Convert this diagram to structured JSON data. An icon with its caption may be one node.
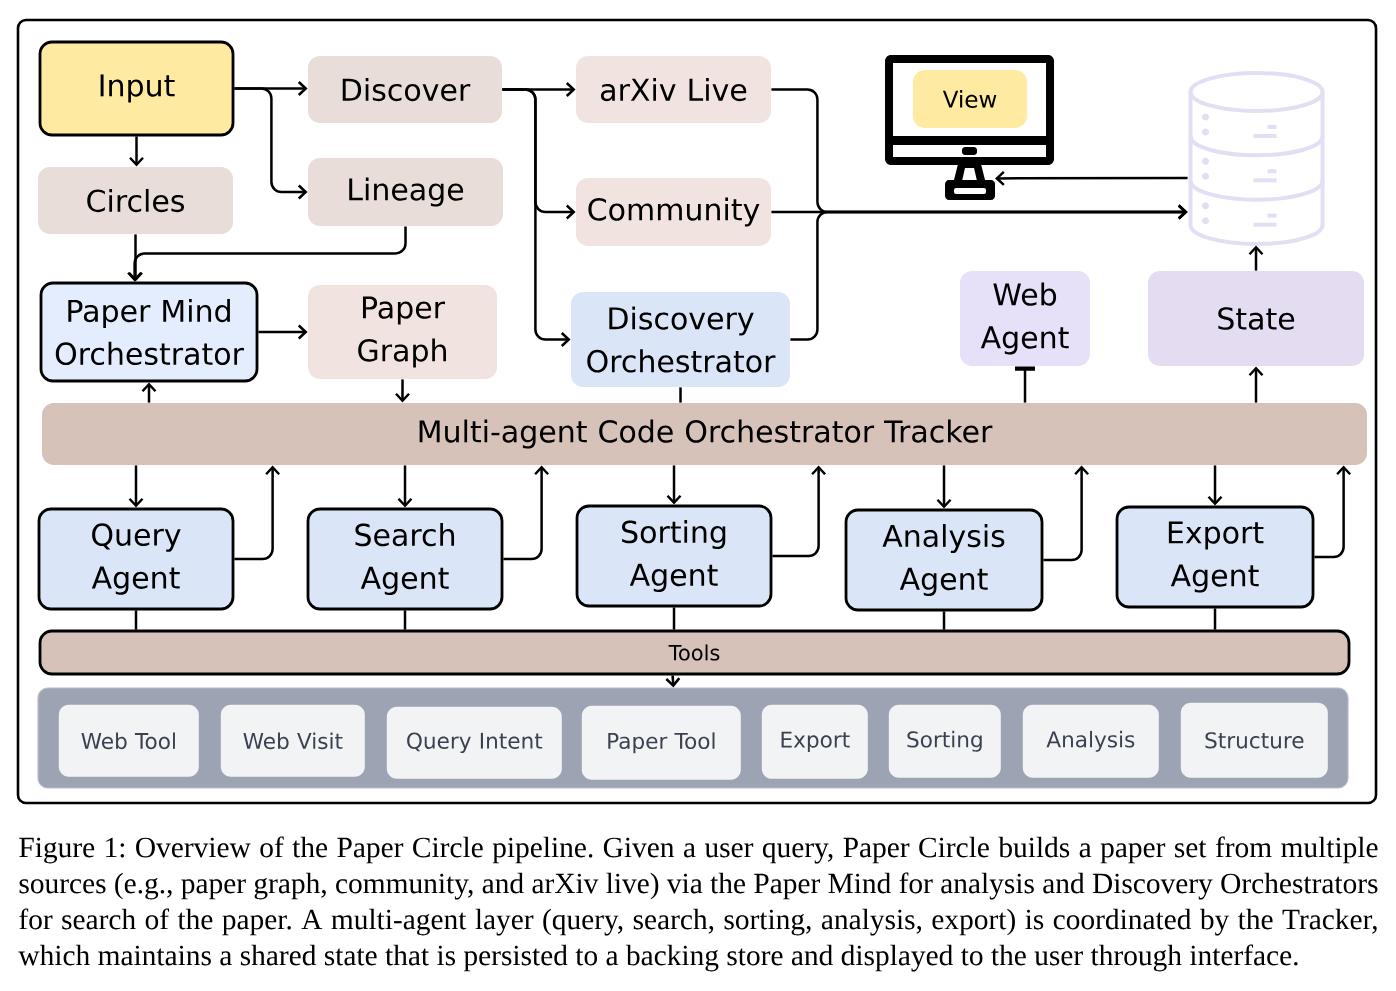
{
  "diagram": {
    "nodes": [
      {
        "text": [
          "Input"
        ]
      },
      {
        "text": [
          "Discover"
        ]
      },
      {
        "text": [
          "arXiv Live"
        ]
      },
      {
        "text": [],
        "shape": "monitor"
      },
      {
        "text": [
          "View"
        ],
        "in": 3
      },
      {
        "text": [
          "Circles"
        ]
      },
      {
        "text": [
          "Lineage"
        ]
      },
      {
        "text": [
          "Community"
        ]
      },
      {
        "text": [],
        "shape": "cylinder"
      },
      {
        "text": [
          "Paper Mind Orchestrator"
        ]
      },
      {
        "text": [
          "Paper Graph"
        ]
      },
      {
        "text": [
          "Discovery Orchestrator"
        ]
      },
      {
        "text": [
          "Web Agent"
        ]
      },
      {
        "text": [
          "State"
        ]
      },
      {
        "text": [
          "Multi-agent Code Orchestrator Tracker"
        ]
      },
      {
        "text": [
          "Query Agent"
        ]
      },
      {
        "text": [
          "Search Agent"
        ]
      },
      {
        "text": [
          "Sorting Agent"
        ]
      },
      {
        "text": [
          "Analysis Agent"
        ]
      },
      {
        "text": [
          "Export Agent"
        ]
      },
      {
        "text": [
          "Tools"
        ]
      },
      {
        "text": [],
        "shape": "box"
      },
      {
        "text": [
          "Web Tool"
        ],
        "in": 21
      },
      {
        "text": [
          "Web Visit"
        ],
        "in": 21
      },
      {
        "text": [
          "Query Intent"
        ],
        "in": 21
      },
      {
        "text": [
          "Paper Tool"
        ],
        "in": 21
      },
      {
        "text": [
          "Export"
        ],
        "in": 21
      },
      {
        "text": [
          "Sorting"
        ],
        "in": 21
      },
      {
        "text": [
          "Analysis"
        ],
        "in": 21
      },
      {
        "text": [
          "Structure"
        ],
        "in": 21
      }
    ],
    "edges": [
      {
        "from": 0,
        "to": 1,
        "arrow": "to"
      },
      {
        "from": 0,
        "to": 6,
        "arrow": "to"
      },
      {
        "from": 0,
        "to": 5,
        "arrow": "to"
      },
      {
        "from": 1,
        "to": 2,
        "arrow": "to"
      },
      {
        "from": 1,
        "to": 7,
        "arrow": "to"
      },
      {
        "from": 1,
        "to": 11,
        "arrow": "to"
      },
      {
        "from": 5,
        "to": 9,
        "arrow": "to"
      },
      {
        "from": 6,
        "to": 9,
        "arrow": "to"
      },
      {
        "from": 9,
        "to": 10,
        "arrow": "to"
      },
      {
        "from": 2,
        "to": 8,
        "arrow": "to"
      },
      {
        "from": 7,
        "to": 8,
        "arrow": "to"
      },
      {
        "from": 11,
        "to": 8,
        "arrow": "to"
      },
      {
        "from": 8,
        "to": 3,
        "arrow": "to"
      },
      {
        "from": 13,
        "to": 8,
        "arrow": "to"
      },
      {
        "from": 14,
        "to": 13,
        "arrow": "to"
      },
      {
        "from": 14,
        "to": 12,
        "arrow": "other"
      },
      {
        "from": 14,
        "to": 9,
        "arrow": "to"
      },
      {
        "from": 10,
        "to": 14,
        "arrow": "to"
      },
      {
        "from": 11,
        "to": 14,
        "arrow": "none"
      },
      {
        "from": 14,
        "to": 15,
        "arrow": "to"
      },
      {
        "from": 14,
        "to": 16,
        "arrow": "to"
      },
      {
        "from": 14,
        "to": 17,
        "arrow": "to"
      },
      {
        "from": 14,
        "to": 18,
        "arrow": "to"
      },
      {
        "from": 14,
        "to": 19,
        "arrow": "to"
      },
      {
        "from": 15,
        "to": 14,
        "arrow": "to"
      },
      {
        "from": 16,
        "to": 14,
        "arrow": "to"
      },
      {
        "from": 17,
        "to": 14,
        "arrow": "to"
      },
      {
        "from": 18,
        "to": 14,
        "arrow": "to"
      },
      {
        "from": 19,
        "to": 14,
        "arrow": "to"
      },
      {
        "from": 15,
        "to": 20,
        "arrow": "none"
      },
      {
        "from": 16,
        "to": 20,
        "arrow": "none"
      },
      {
        "from": 17,
        "to": 20,
        "arrow": "none"
      },
      {
        "from": 18,
        "to": 20,
        "arrow": "none"
      },
      {
        "from": 19,
        "to": 20,
        "arrow": "none"
      },
      {
        "from": 20,
        "to": 21,
        "arrow": "to"
      }
    ],
    "caption": "Figure 1: Overview of the Paper Circle pipeline. Given a user query, Paper Circle builds a paper set from multiple sources (e.g., paper graph, community, and arXiv live) via the Paper Mind for analysis and Discovery Orchestrators for search of the paper. A multi-agent layer (query, search, sorting, analysis, export) is coordinated by the Tracker, which maintains a shared state that is persisted to a backing store and displayed to the user through interface."
  }
}
